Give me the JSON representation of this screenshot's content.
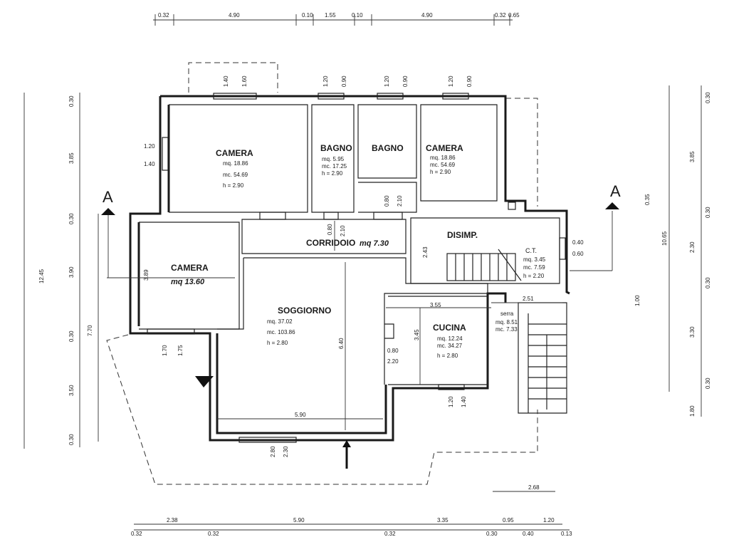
{
  "section_marker": "A",
  "rooms": [
    {
      "name": "CAMERA",
      "area": "mq. 18.86",
      "volume": "mc. 54.69",
      "height": "h = 2.90"
    },
    {
      "name": "BAGNO",
      "area": "mq. 5.95",
      "volume": "mc. 17.25",
      "height": "h = 2.90"
    },
    {
      "name": "BAGNO"
    },
    {
      "name": "CAMERA",
      "area": "mq. 18.86",
      "volume": "mc. 54.69",
      "height": "h = 2.90"
    },
    {
      "name": "CORRIDOIO",
      "area": "mq 7.30"
    },
    {
      "name": "DISIMP."
    },
    {
      "name": "C.T.",
      "area": "mq. 3.45",
      "volume": "mc. 7.59",
      "height": "h = 2.20"
    },
    {
      "name": "CAMERA",
      "area": "mq 13.60"
    },
    {
      "name": "SOGGIORNO",
      "area": "mq. 37.02",
      "volume": "mc. 103.86",
      "height": "h = 2.80"
    },
    {
      "name": "CUCINA",
      "area": "mq. 12.24",
      "volume": "mc. 34.27",
      "height": "h = 2.80"
    },
    {
      "name": "serra",
      "area": "mq. 8.51",
      "volume": "mc. 7.33"
    }
  ],
  "top_dims": [
    "0.32",
    "4.90",
    "0.10",
    "1.55",
    "0.10",
    "4.90",
    "0.32",
    "0.65"
  ],
  "window_dims": [
    "1.40",
    "1.60",
    "1.20",
    "0.90",
    "1.20",
    "0.90",
    "1.20",
    "0.90"
  ],
  "bottom_dims_upper": [
    "2.38",
    "5.90",
    "3.35",
    "0.95",
    "1.20"
  ],
  "bottom_dims_lower": [
    "0.32",
    "0.32",
    "0.32",
    "0.30",
    "0.40",
    "0.13"
  ],
  "left_outer": [
    "12.45"
  ],
  "left_inner": [
    "0.30",
    "3.85",
    "0.30",
    "3.90",
    "0.30",
    "3.50",
    "0.30"
  ],
  "left_mid": [
    "7.70"
  ],
  "right_inner": [
    "0.30",
    "3.85",
    "0.30",
    "2.30",
    "0.30",
    "3.30",
    "0.30",
    "1.80"
  ],
  "right_outer": [
    "10.65"
  ],
  "interior_dims": [
    "1.20",
    "1.40",
    "0.80",
    "2.10",
    "0.80",
    "2.10",
    "2.43",
    "0.40",
    "0.60",
    "0.35",
    "3.89",
    "1.70",
    "1.75",
    "5.90",
    "2.80",
    "2.30",
    "6.40",
    "0.80",
    "2.20",
    "3.55",
    "3.45",
    "2.51",
    "1.00",
    "1.20",
    "1.40",
    "2.68"
  ]
}
